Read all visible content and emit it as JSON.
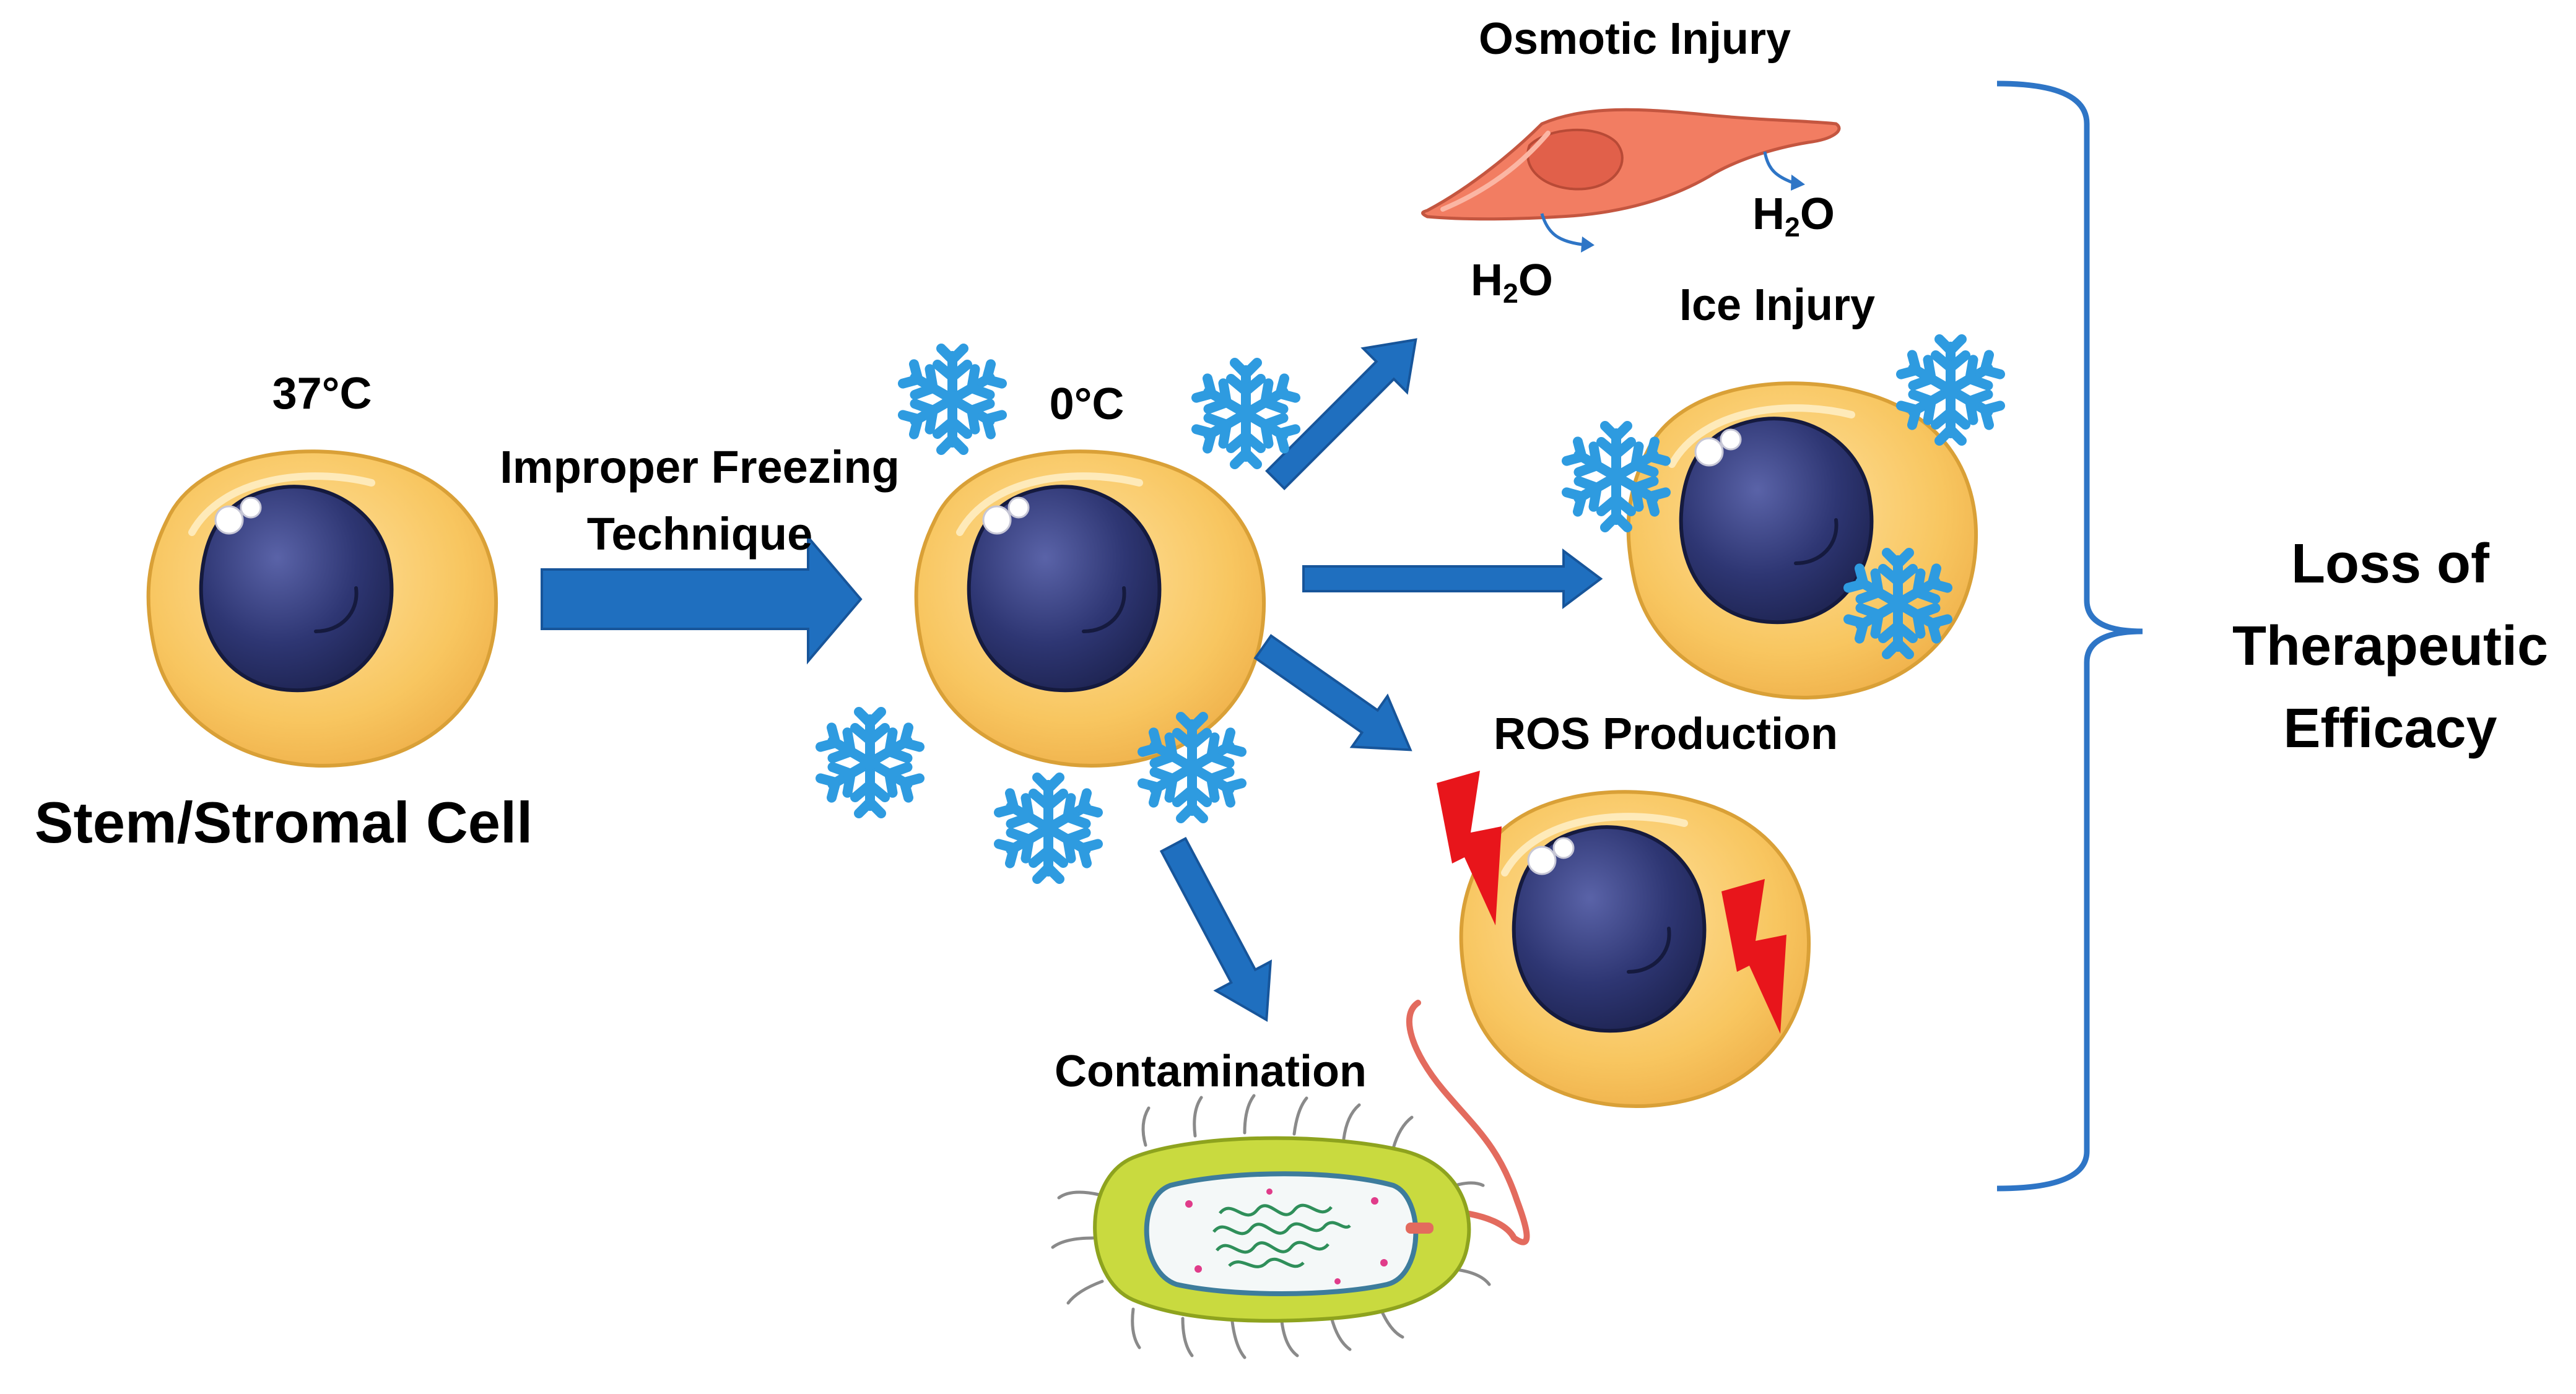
{
  "labels": {
    "temp_warm": "37°C",
    "temp_cold": "0°C",
    "source_cell": "Stem/Stromal Cell",
    "process_line1": "Improper Freezing",
    "process_line2": "Technique",
    "osmotic": "Osmotic Injury",
    "ice": "Ice Injury",
    "ros": "ROS Production",
    "contamination": "Contamination",
    "outcome_line1": "Loss of",
    "outcome_line2": "Therapeutic",
    "outcome_line3": "Efficacy",
    "water": {
      "h": "H",
      "sub": "2",
      "o": "O"
    }
  },
  "colors": {
    "arrow": "#1F6FBF",
    "bracket": "#2E75C6",
    "cytoplasm": "#F8C660",
    "cytoplasm_edge": "#D9A037",
    "nucleus": "#2E3673",
    "snowflake": "#2E9BE0",
    "lightning": "#E8151B",
    "osmotic_cell": "#F27D62",
    "bacterium": "#C9DA3F"
  },
  "icons": [
    "snowflake-icon",
    "lightning-icon",
    "water-drop-icon",
    "bacterium-icon"
  ]
}
